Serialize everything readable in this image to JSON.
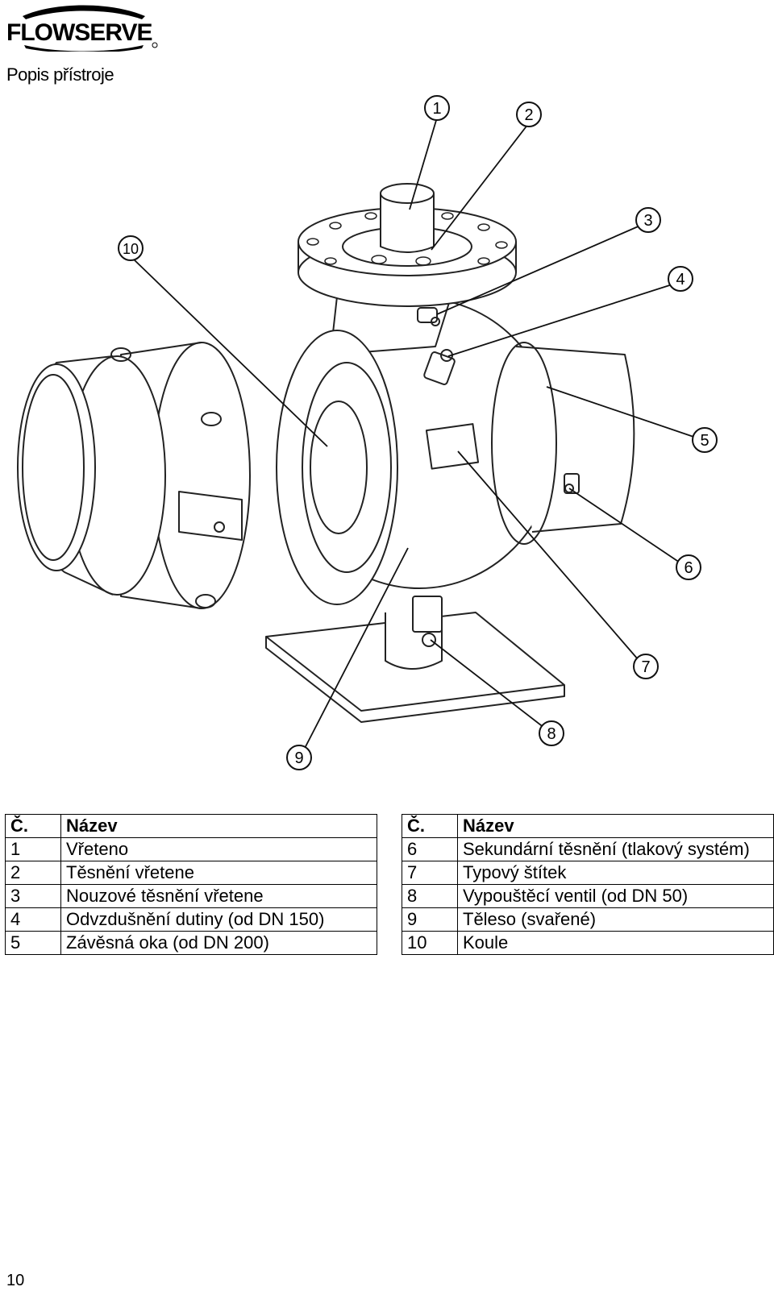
{
  "header": {
    "logo_text": "FLOWSERVE"
  },
  "section_title": "Popis přístroje",
  "figure": {
    "callouts": [
      "1",
      "2",
      "3",
      "4",
      "5",
      "6",
      "7",
      "8",
      "9",
      "10"
    ]
  },
  "table_left": {
    "col_no": "Č.",
    "col_name": "Název",
    "rows": [
      {
        "no": "1",
        "name": "Vřeteno"
      },
      {
        "no": "2",
        "name": "Těsnění vřetene"
      },
      {
        "no": "3",
        "name": "Nouzové těsnění vřetene"
      },
      {
        "no": "4",
        "name": "Odvzdušnění dutiny (od DN 150)"
      },
      {
        "no": "5",
        "name": "Závěsná oka (od DN 200)"
      }
    ]
  },
  "table_right": {
    "col_no": "Č.",
    "col_name": "Název",
    "rows": [
      {
        "no": "6",
        "name": "Sekundární těsnění (tlakový systém)"
      },
      {
        "no": "7",
        "name": "Typový štítek"
      },
      {
        "no": "8",
        "name": "Vypouštěcí ventil (od DN 50)"
      },
      {
        "no": "9",
        "name": "Těleso (svařené)"
      },
      {
        "no": "10",
        "name": "Koule"
      }
    ]
  },
  "footer": {
    "page_number": "10"
  }
}
